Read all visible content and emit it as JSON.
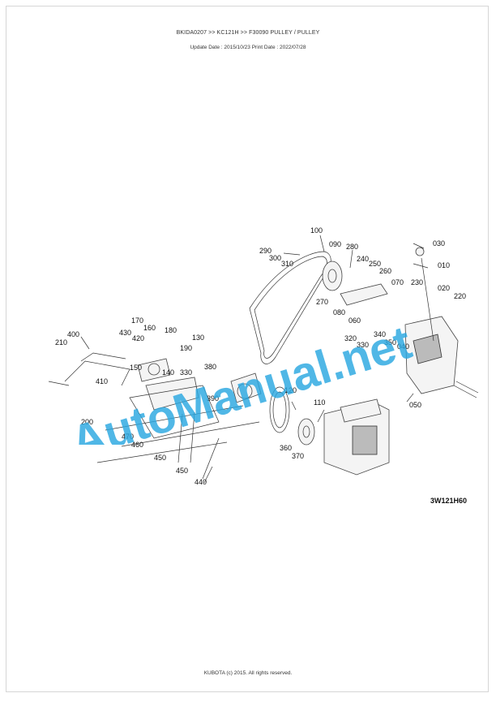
{
  "header": {
    "breadcrumb": "BKIDA0207 >> KC121H >> F30090  PULLEY / PULLEY",
    "dates": "Update Date : 2015/10/23   Print Date : 2022/07/28"
  },
  "diagram": {
    "code": "3W121H60",
    "part_labels": [
      "100",
      "290",
      "300",
      "310",
      "280",
      "090",
      "240",
      "250",
      "260",
      "070",
      "230",
      "030",
      "010",
      "020",
      "220",
      "270",
      "080",
      "060",
      "320",
      "330",
      "340",
      "350",
      "040",
      "050",
      "120",
      "110",
      "360",
      "370",
      "400",
      "210",
      "410",
      "200",
      "170",
      "160",
      "180",
      "430",
      "420",
      "190",
      "130",
      "150",
      "140",
      "330",
      "380",
      "390",
      "470",
      "460",
      "450",
      "440"
    ]
  },
  "watermark": {
    "text": "AutoManual.net",
    "color": "#2aa7e0"
  },
  "footer": {
    "copyright": "KUBOTA (c) 2015. All rights reserved."
  }
}
